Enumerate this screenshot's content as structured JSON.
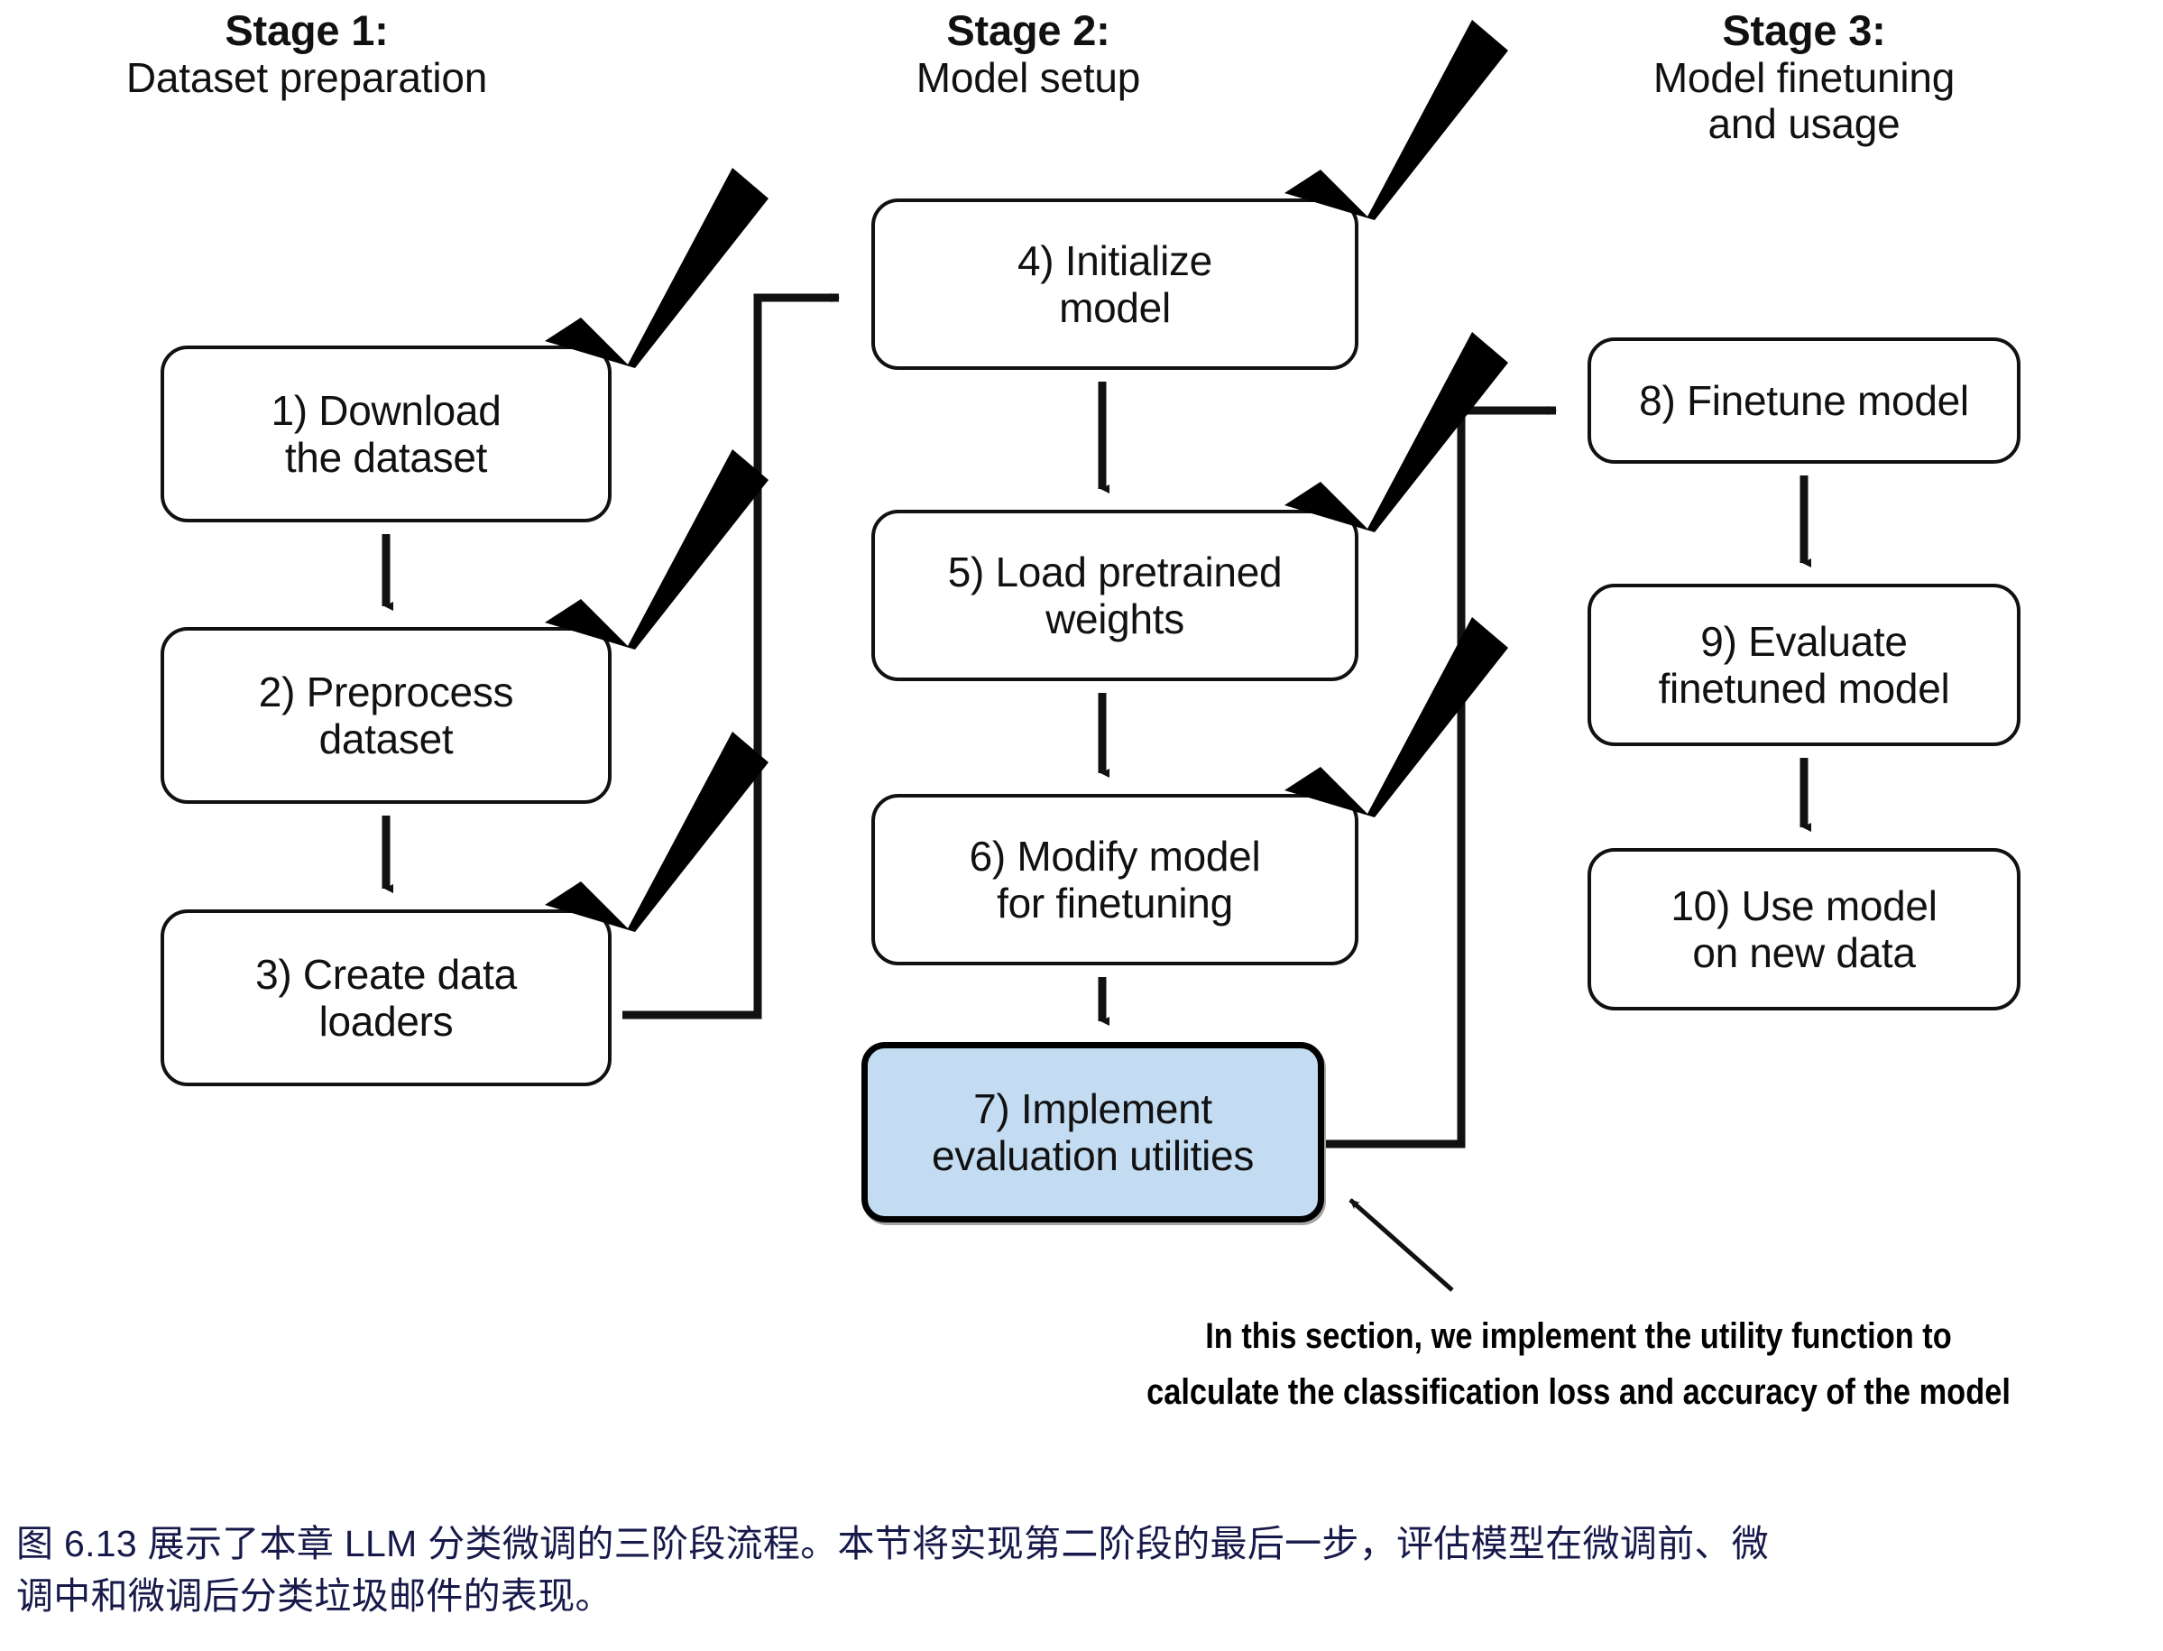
{
  "figure": {
    "title": "LLM classification finetuning three-stage workflow",
    "stages": [
      {
        "id": "stage-1",
        "heading": "Stage 1:",
        "subheading": "Dataset preparation",
        "nodes": [
          {
            "id": "node-1",
            "label": "1) Download\nthe dataset",
            "line1": "1) Download",
            "line2": "the dataset",
            "done": true
          },
          {
            "id": "node-2",
            "label": "2) Preprocess\ndataset",
            "line1": "2) Preprocess",
            "line2": "dataset",
            "done": true
          },
          {
            "id": "node-3",
            "label": "3) Create data\nloaders",
            "line1": "3) Create data",
            "line2": "loaders",
            "done": true
          }
        ]
      },
      {
        "id": "stage-2",
        "heading": "Stage 2:",
        "subheading": "Model setup",
        "nodes": [
          {
            "id": "node-4",
            "label": "4) Initialize\nmodel",
            "line1": "4) Initialize",
            "line2": "model",
            "done": true
          },
          {
            "id": "node-5",
            "label": "5) Load pretrained\nweights",
            "line1": "5) Load pretrained",
            "line2": "weights",
            "done": true
          },
          {
            "id": "node-6",
            "label": "6) Modify model\nfor finetuning",
            "line1": "6) Modify model",
            "line2": "for finetuning",
            "done": true
          },
          {
            "id": "node-7",
            "label": "7) Implement\nevaluation utilities",
            "line1": "7) Implement",
            "line2": "evaluation utilities",
            "done": false,
            "highlighted": true
          }
        ]
      },
      {
        "id": "stage-3",
        "heading": "Stage 3:",
        "subheading": "Model finetuning\nand usage",
        "sub_line1": "Model finetuning",
        "sub_line2": "and usage",
        "nodes": [
          {
            "id": "node-8",
            "label": "8) Finetune model",
            "line1": "8) Finetune model",
            "line2": "",
            "done": false
          },
          {
            "id": "node-9",
            "label": "9) Evaluate\nfinetuned model",
            "line1": "9) Evaluate",
            "line2": "finetuned model",
            "done": false
          },
          {
            "id": "node-10",
            "label": "10) Use model\non new data",
            "line1": "10) Use model",
            "line2": "on new data",
            "done": false
          }
        ]
      }
    ],
    "annotation": {
      "line1": "In this section, we implement the utility function to",
      "line2": "calculate the classification loss and accuracy of the model"
    },
    "caption": {
      "line1": "图 6.13 展示了本章 LLM 分类微调的三阶段流程。本节将实现第二阶段的最后一步，评估模型在微调前、微",
      "line2": "调中和微调后分类垃圾邮件的表现。"
    },
    "colors": {
      "highlight_fill": "#c3dcf2",
      "stroke": "#111111",
      "caption_text": "#17194a",
      "background": "#ffffff"
    }
  }
}
